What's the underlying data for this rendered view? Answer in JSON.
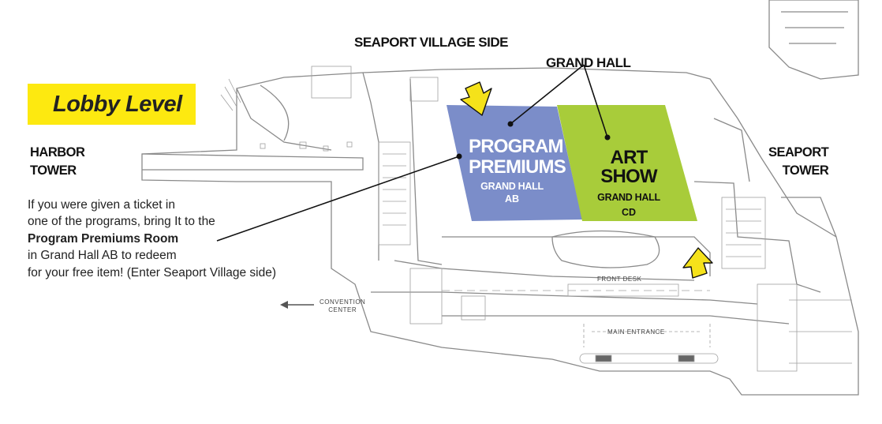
{
  "map": {
    "level_badge": "Lobby Level",
    "labels": {
      "seaport_village_side": "SEAPORT VILLAGE SIDE",
      "grand_hall": "GRAND HALL",
      "harbor_tower": [
        "HARBOR",
        "TOWER"
      ],
      "seaport_tower": [
        "SEAPORT",
        "TOWER"
      ],
      "convention_center": [
        "CONVENTION",
        "CENTER"
      ],
      "front_desk": "FRONT DESK",
      "main_entrance": "MAIN ENTRANCE"
    },
    "rooms": [
      {
        "id": "program-premiums",
        "title": [
          "PROGRAM",
          "PREMIUMS"
        ],
        "subtitle": [
          "GRAND HALL",
          "AB"
        ],
        "color": "#7b8dc9"
      },
      {
        "id": "art-show",
        "title": [
          "ART SHOW"
        ],
        "subtitle": [
          "GRAND HALL",
          "CD"
        ],
        "color": "#a8cc3a"
      }
    ],
    "note": {
      "line1": "If you were given a ticket in",
      "line2": "one of the programs, bring It to the",
      "line3_bold": "Program Premiums Room",
      "line4": "in Grand Hall AB to redeem",
      "line5": "for your free item! (Enter Seaport Village side)"
    },
    "colors": {
      "badge": "#fde910",
      "arrow": "#f5e21a",
      "walls": "#8a8a8a"
    }
  }
}
